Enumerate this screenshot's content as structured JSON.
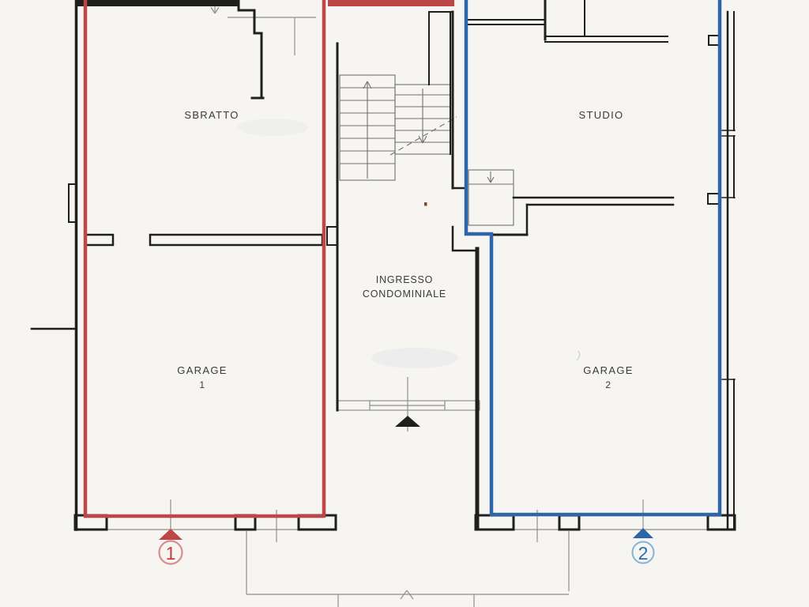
{
  "plan": {
    "rooms": {
      "sbratto": {
        "label": "SBRATTO"
      },
      "studio": {
        "label": "STUDIO"
      },
      "ingresso": {
        "line1": "INGRESSO",
        "line2": "CONDOMINIALE"
      },
      "garage1": {
        "label": "GARAGE",
        "number": "1"
      },
      "garage2": {
        "label": "GARAGE",
        "number": "2"
      }
    },
    "markers": {
      "m1": {
        "number": "1"
      },
      "m2": {
        "number": "2"
      }
    },
    "colors": {
      "unit1": "#bf4646",
      "unit1_circle": "#d98c8c",
      "unit1_text": "#c24040",
      "unit2": "#2d66a8",
      "unit2_circle": "#85b3d6",
      "unit2_text": "#2d6cb0",
      "wall": "#1f1f1e",
      "thin": "#8f8f8d",
      "stair": "#70706e",
      "paper": "#f6f5f2"
    }
  }
}
